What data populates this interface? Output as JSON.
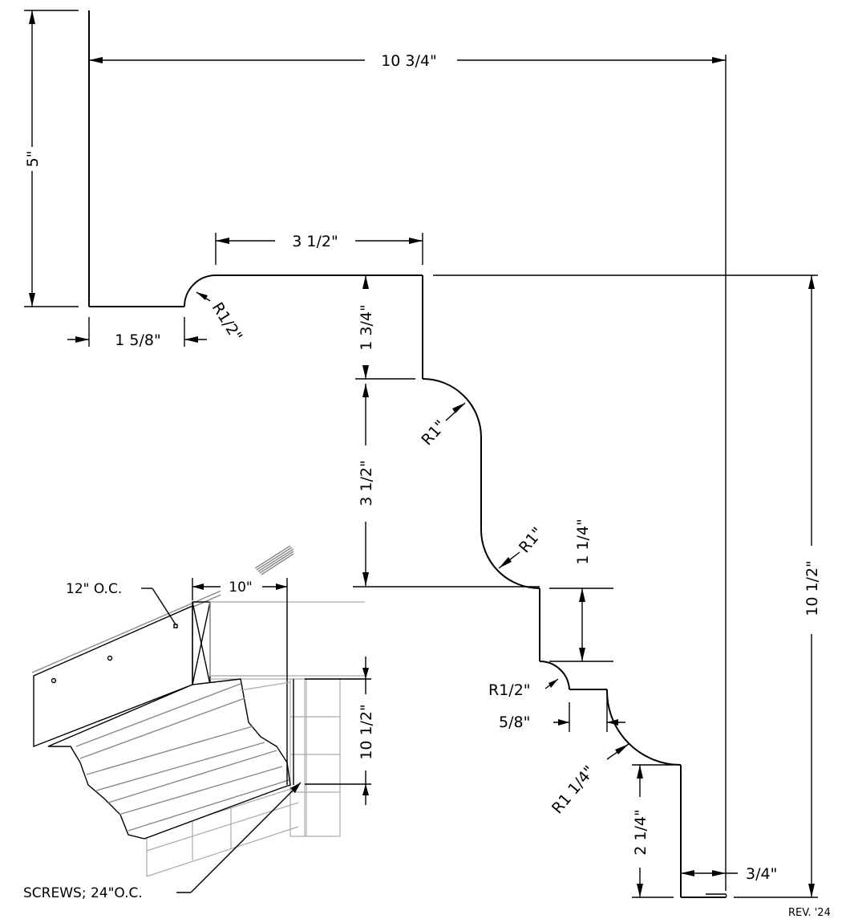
{
  "dimensions": {
    "overall_width": "10 3/4\"",
    "overall_height_top": "5\"",
    "top_run": "3 1/2\"",
    "left_return": "1 5/8\"",
    "radius_half_top": "R1/2\"",
    "step_1_3_4": "1 3/4\"",
    "step_3_1_2": "3 1/2\"",
    "radius_1_upper": "R1\"",
    "radius_1_lower": "R1\"",
    "step_1_1_4": "1 1/4\"",
    "radius_half_lower": "R1/2\"",
    "step_5_8": "5/8\"",
    "radius_1_1_4": "R1 1/4\"",
    "step_2_1_4": "2 1/4\"",
    "bottom_return": "3/4\"",
    "overall_height_right": "10 1/2\""
  },
  "detail": {
    "spacing_top": "12\" O.C.",
    "width": "10\"",
    "height": "10 1/2\"",
    "screws": "SCREWS; 24\"O.C."
  },
  "revision": "REV. '24"
}
